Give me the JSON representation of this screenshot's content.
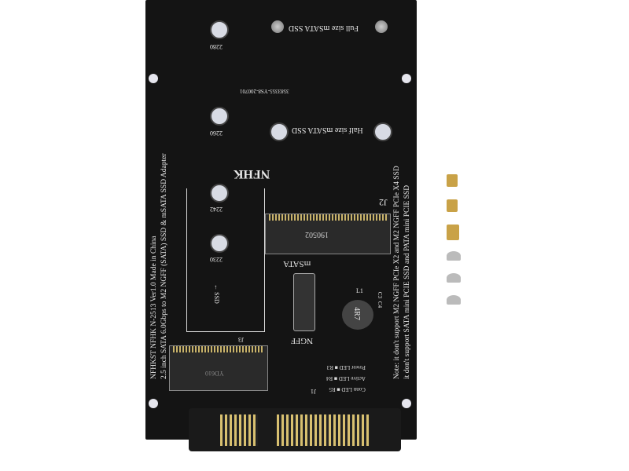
{
  "board": {
    "top_labels": {
      "full": "Full size mSATA SSD",
      "half": "Half size mSATA SSD"
    },
    "m2_lengths": [
      "2280",
      "2260",
      "2242",
      "2230"
    ],
    "serial": "3583355-YS8-200701",
    "brand": "NFHK",
    "left_text": [
      "NFHKST NFHK N-2513 Ver1.0 Made in China",
      "2.5 inch SATA 6.0Gbps to M2 NGFF (SATA) SSD & mSATA SSD Adapter"
    ],
    "right_text": [
      "Note: it don't support M2 NGFF PCIe X2 and M2 NGFF PCIe X4 SSD",
      "it don't support SATA mini PCIE SSD and PATA mini PCIE SSD"
    ],
    "j2": "J2",
    "j3": "J3",
    "j1": "J1",
    "slot_code": "190502",
    "slot_code2": "YD610",
    "msata": "mSATA",
    "ngff": "NGFF",
    "ssd_arrow": "← SSD",
    "inductor": "4R7",
    "l1": "L1",
    "caps": [
      "C3",
      "C4"
    ],
    "leds": [
      {
        "label": "Power LED",
        "res": "R3"
      },
      {
        "label": "Active LED",
        "res": "R4"
      },
      {
        "label": "Conn LED",
        "res": "R5"
      }
    ]
  },
  "accessories": [
    "standoff",
    "standoff",
    "standoff",
    "screw",
    "screw",
    "screw"
  ]
}
